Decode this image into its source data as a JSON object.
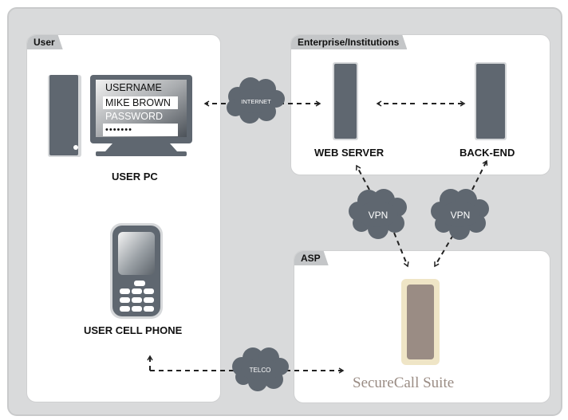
{
  "panels": {
    "user": "User",
    "enterprise": "Enterprise/Institutions",
    "asp": "ASP"
  },
  "user_pc": {
    "label": "USER PC",
    "username_label": "USERNAME",
    "username_value": "MIKE BROWN",
    "password_label": "PASSWORD",
    "password_value": "•••••••"
  },
  "user_cell_phone": {
    "label": "USER CELL PHONE"
  },
  "enterprise": {
    "web_server": "WEB SERVER",
    "back_end": "BACK-END"
  },
  "clouds": {
    "internet": "INTERNET",
    "vpn_left": "VPN",
    "vpn_right": "VPN",
    "telco": "TELCO"
  },
  "asp": {
    "product": "SecureCall Suite"
  },
  "colors": {
    "frame": "#d9dadb",
    "panel_tab": "#c4c6c8",
    "device": "#5f6770",
    "cloud": "#5f6770",
    "securecall_body": "#9a8c84",
    "securecall_border": "#efe5c6"
  }
}
